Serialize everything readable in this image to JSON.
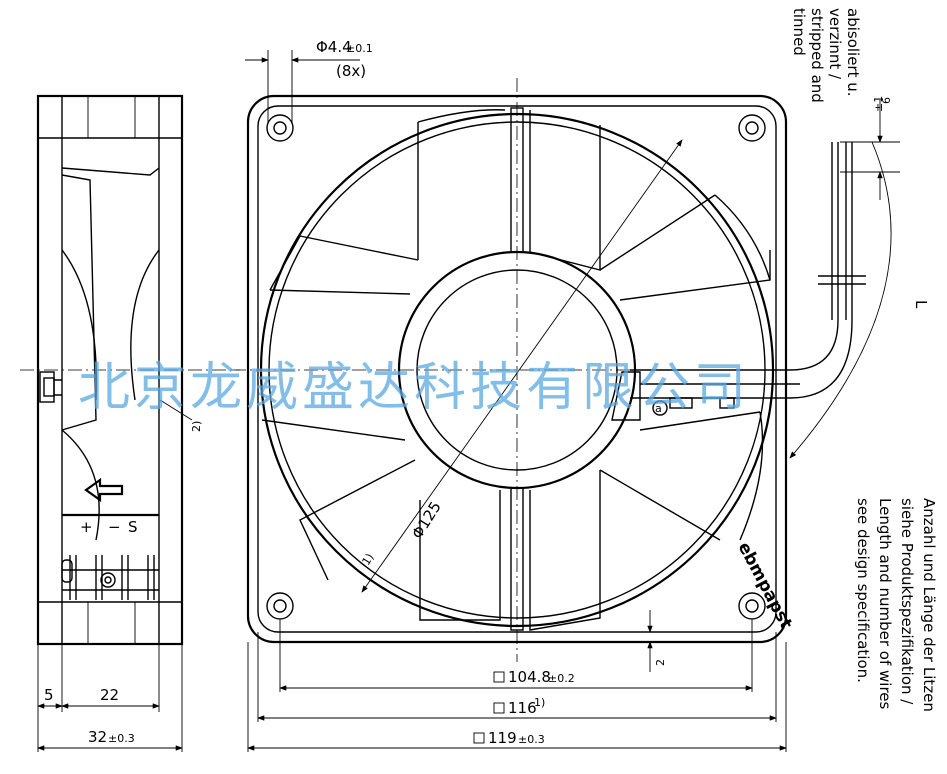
{
  "drawing": {
    "dimensions": {
      "hole_dia": "Φ4.4",
      "hole_tol": "±0.1",
      "hole_count": "(8x)",
      "bolt_spacing": "104.8",
      "bolt_tol": "±0.2",
      "inner_size": "116",
      "inner_note": "1)",
      "overall_size": "119",
      "overall_tol": "±0.3",
      "depth": "32",
      "depth_tol": "±0.3",
      "side_a": "5",
      "side_b": "22",
      "venturi_dia": "Φ125",
      "venturi_note": "1)",
      "strip_len": "6",
      "strip_tol": "±1",
      "offset_2": "2",
      "side_note": "2)",
      "length_label": "L"
    },
    "markings": {
      "brand": "ebmpapst",
      "plus": "+",
      "minus": "−",
      "s": "S",
      "a": "a"
    },
    "notes": {
      "wire_finish": [
        "abisoliert u.",
        "verzinnt /",
        "stripped and",
        "tinned"
      ],
      "wire_spec": [
        "Anzahl und Länge der Litzen",
        "siehe Produktspezifikation /",
        "Length and number of wires",
        "see design specification."
      ]
    },
    "watermark": "北京龙威盛达科技有限公司"
  }
}
